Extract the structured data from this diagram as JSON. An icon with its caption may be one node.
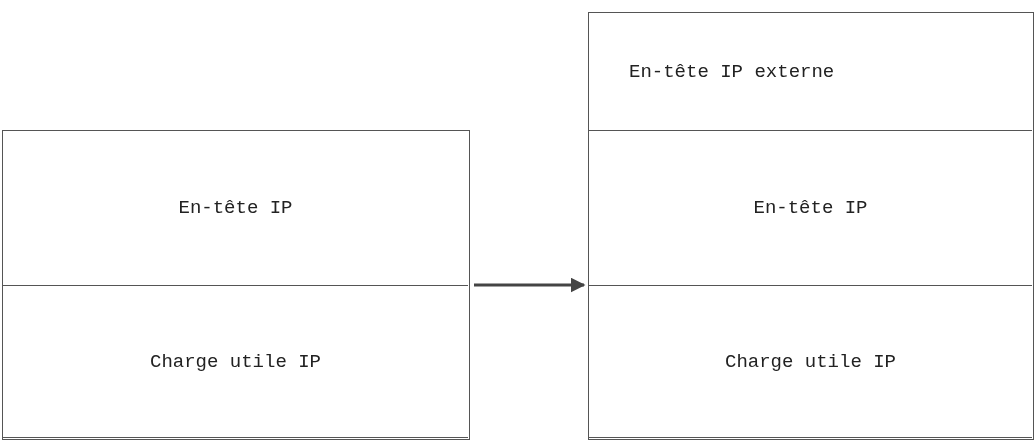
{
  "diagram": {
    "nodes": [
      {
        "text": [],
        "shape": "box"
      },
      {
        "text": [
          "En-tête IP"
        ],
        "in": 0
      },
      {
        "text": [
          "Charge utile IP"
        ],
        "in": 0
      },
      {
        "text": [],
        "shape": "box"
      },
      {
        "text": [
          "En-tête IP externe"
        ],
        "in": 3
      },
      {
        "text": [
          "En-tête IP"
        ],
        "in": 3
      },
      {
        "text": [
          "Charge utile IP"
        ],
        "in": 3
      }
    ],
    "edges": [
      {
        "from": 0,
        "to": 3,
        "arrow": "to"
      }
    ]
  }
}
